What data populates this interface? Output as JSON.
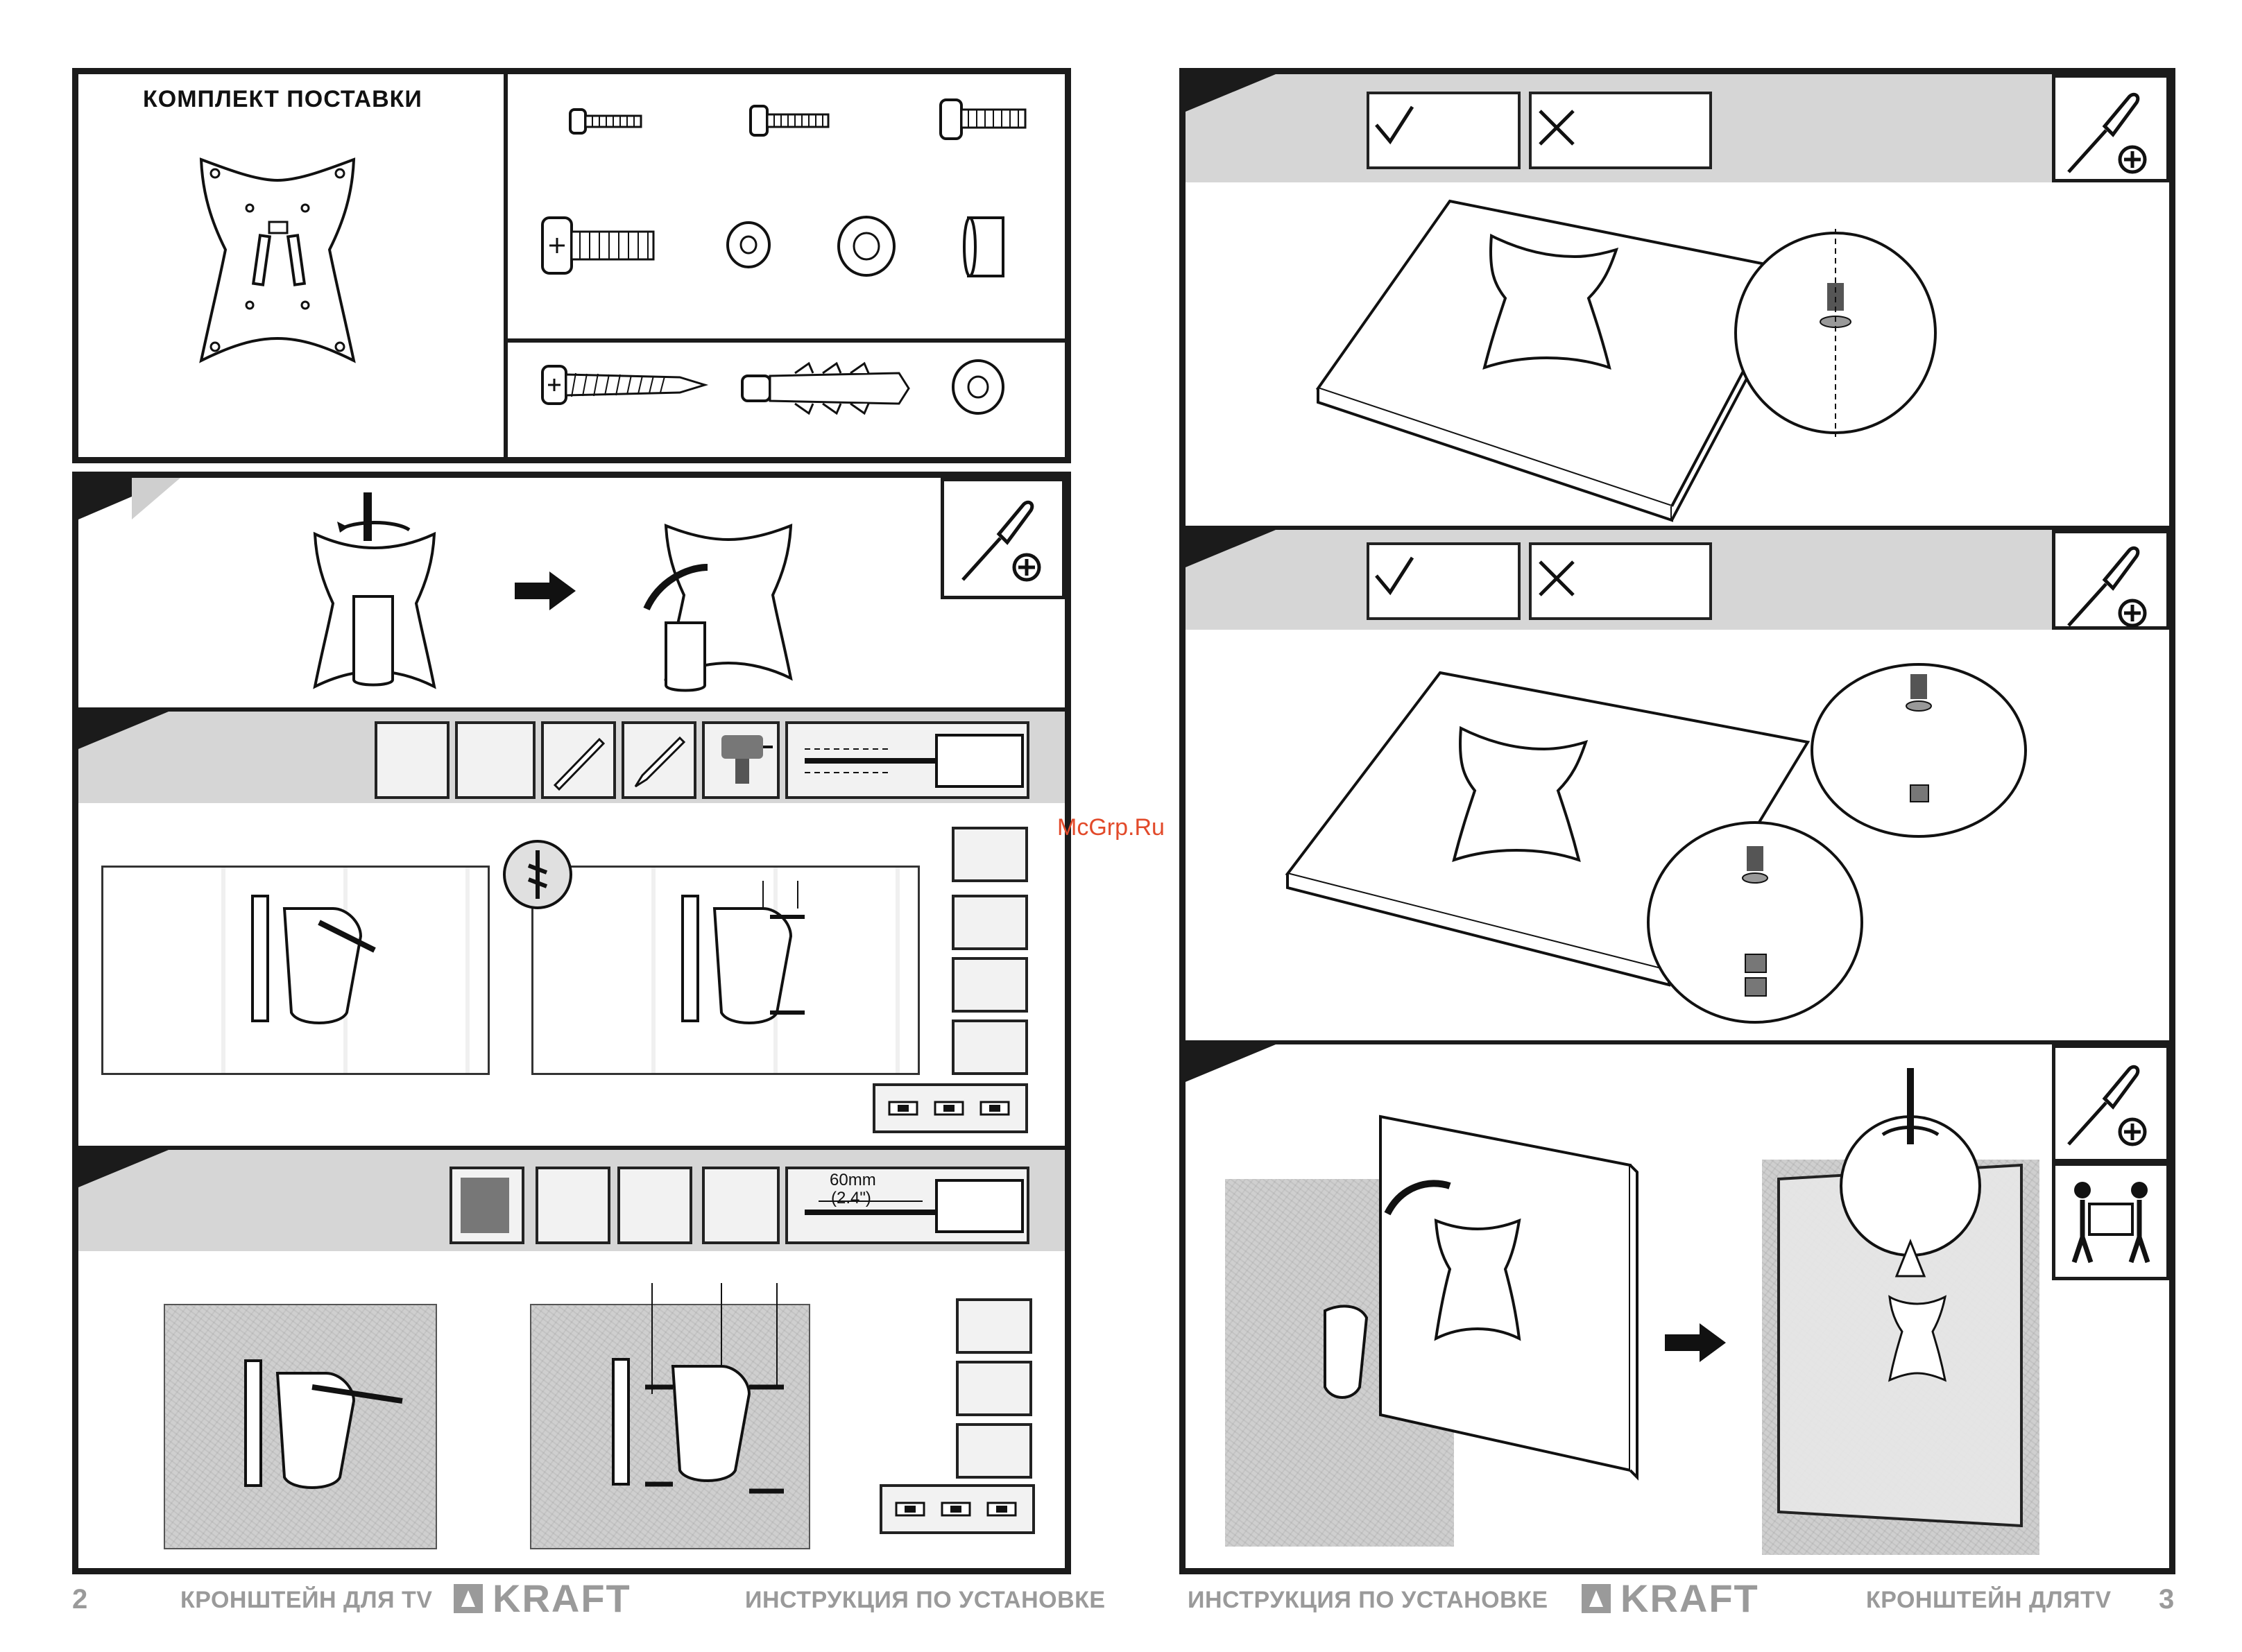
{
  "page_left": {
    "kit_title": "КОМПЛЕКТ ПОСТАВКИ",
    "page_number": "2",
    "footer_left": "КРОНШТЕЙН ДЛЯ TV",
    "footer_right": "ИНСТРУКЦИЯ ПО УСТАНОВКЕ",
    "drill_label_mm": "60mm",
    "drill_label_in": "(2.4\")"
  },
  "page_right": {
    "page_number": "3",
    "footer_left": "ИНСТРУКЦИЯ ПО УСТАНОВКЕ",
    "footer_right": "КРОНШТЕЙН ДЛЯTV"
  },
  "brand": {
    "name": "KRAFT",
    "color": "#9a9a9a"
  },
  "watermark": {
    "text": "McGrp.Ru",
    "color": "#e24a2a"
  },
  "icons": [
    "screwdriver-icon",
    "phillips-icon",
    "check-icon",
    "cross-icon",
    "arrow-right-icon",
    "rotate-arrow-icon",
    "two-people-icon",
    "drill-icon",
    "level-icon",
    "pencil-icon"
  ]
}
